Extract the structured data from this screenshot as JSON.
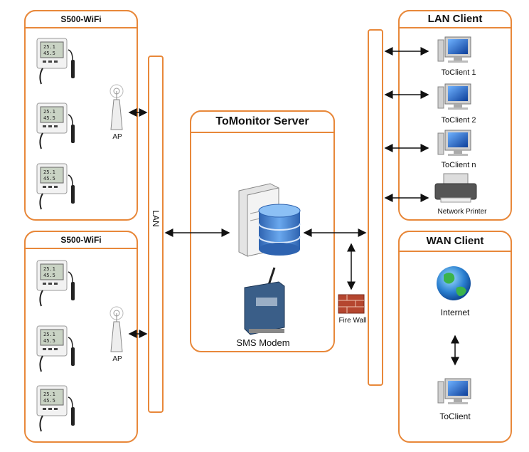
{
  "left_groups": [
    {
      "title": "S500-WiFi",
      "ap_label": "AP"
    },
    {
      "title": "S500-WiFi",
      "ap_label": "AP"
    }
  ],
  "lan_bus_label": "LAN",
  "server": {
    "title": "ToMonitor Server",
    "modem_label": "SMS Modem"
  },
  "firewall_label": "Fire Wall",
  "lan_client": {
    "title": "LAN Client",
    "clients": [
      "ToClient 1",
      "ToClient 2",
      "ToClient n"
    ],
    "printer_label": "Network Printer"
  },
  "wan_client": {
    "title": "WAN Client",
    "internet_label": "Internet",
    "client_label": "ToClient"
  },
  "colors": {
    "frame": "#e8883a",
    "arrow": "#111111",
    "screen": "#1a62c6",
    "db": "#3a78c8"
  }
}
